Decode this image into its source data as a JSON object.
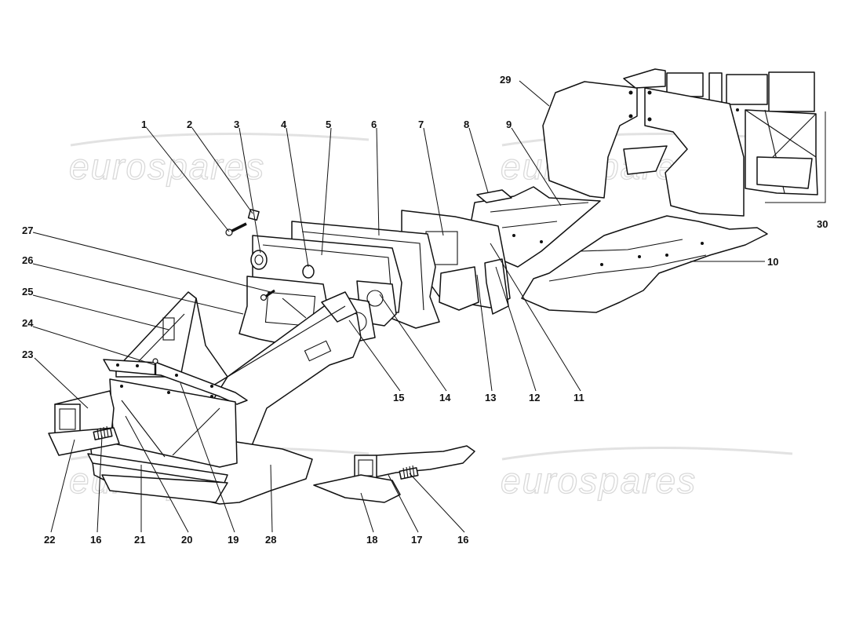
{
  "watermark": {
    "text": "eurospares"
  },
  "callouts": [
    {
      "n": "1"
    },
    {
      "n": "2"
    },
    {
      "n": "3"
    },
    {
      "n": "4"
    },
    {
      "n": "5"
    },
    {
      "n": "6"
    },
    {
      "n": "7"
    },
    {
      "n": "8"
    },
    {
      "n": "9"
    },
    {
      "n": "10"
    },
    {
      "n": "11"
    },
    {
      "n": "12"
    },
    {
      "n": "13"
    },
    {
      "n": "14"
    },
    {
      "n": "15"
    },
    {
      "n": "16"
    },
    {
      "n": "17"
    },
    {
      "n": "18"
    },
    {
      "n": "19"
    },
    {
      "n": "20"
    },
    {
      "n": "21"
    },
    {
      "n": "22"
    },
    {
      "n": "23"
    },
    {
      "n": "24"
    },
    {
      "n": "25"
    },
    {
      "n": "26"
    },
    {
      "n": "27"
    },
    {
      "n": "28"
    },
    {
      "n": "29"
    },
    {
      "n": "30"
    },
    {
      "n": "16"
    }
  ]
}
